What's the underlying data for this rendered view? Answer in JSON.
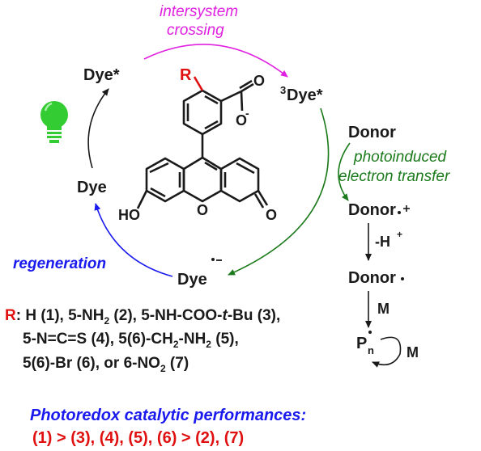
{
  "cycle": {
    "intersystem_crossing_line1": "intersystem",
    "intersystem_crossing_line2": "crossing",
    "dye_excited": "Dye*",
    "triplet_sup": "3",
    "triplet_dye": "Dye*",
    "dye": "Dye",
    "dye_anion": "Dye",
    "regeneration": "regeneration",
    "donor": "Donor",
    "pet_line1": "photoinduced",
    "pet_line2": "electron transfer",
    "donor_radical_cation": "Donor",
    "deprotonation": "-H",
    "donor_radical": "Donor",
    "monomer1": "M",
    "polymer": "P",
    "polymer_sub": "n",
    "monomer2": "M"
  },
  "structure": {
    "substituent": "R",
    "hydroxyl": "HO",
    "ring_oxygen": "O",
    "carbonyl_oxygen": "O",
    "carboxylate": "O",
    "carboxylate_o2": "O"
  },
  "substituents": {
    "r_label": "R",
    "line1": ": H (1), 5-NH",
    "line1_sub": "2",
    "line1_b": " (2), 5-NH-COO-",
    "line1_tbu_t": "t",
    "line1_c": "-Bu (3),",
    "line2": "5-N=C=S (4), 5(6)-CH",
    "line2_sub1": "2",
    "line2_b": "-NH",
    "line2_sub2": "2",
    "line2_c": " (5),",
    "line3": "5(6)-Br (6), or 6-NO",
    "line3_sub": "2",
    "line3_b": " (7)"
  },
  "performance": {
    "title": "Photoredox catalytic performances:",
    "ranking": "(1) > (3), (4), (5), (6) > (2), (7)"
  },
  "colors": {
    "isc": "#e020e0",
    "pet": "#1b7a1b",
    "regeneration": "#1a1aee",
    "ranking": "#e01010",
    "substituent": "#e01010",
    "bulb": "#33cc33"
  },
  "icons": {
    "bulb": "light-bulb-icon"
  }
}
